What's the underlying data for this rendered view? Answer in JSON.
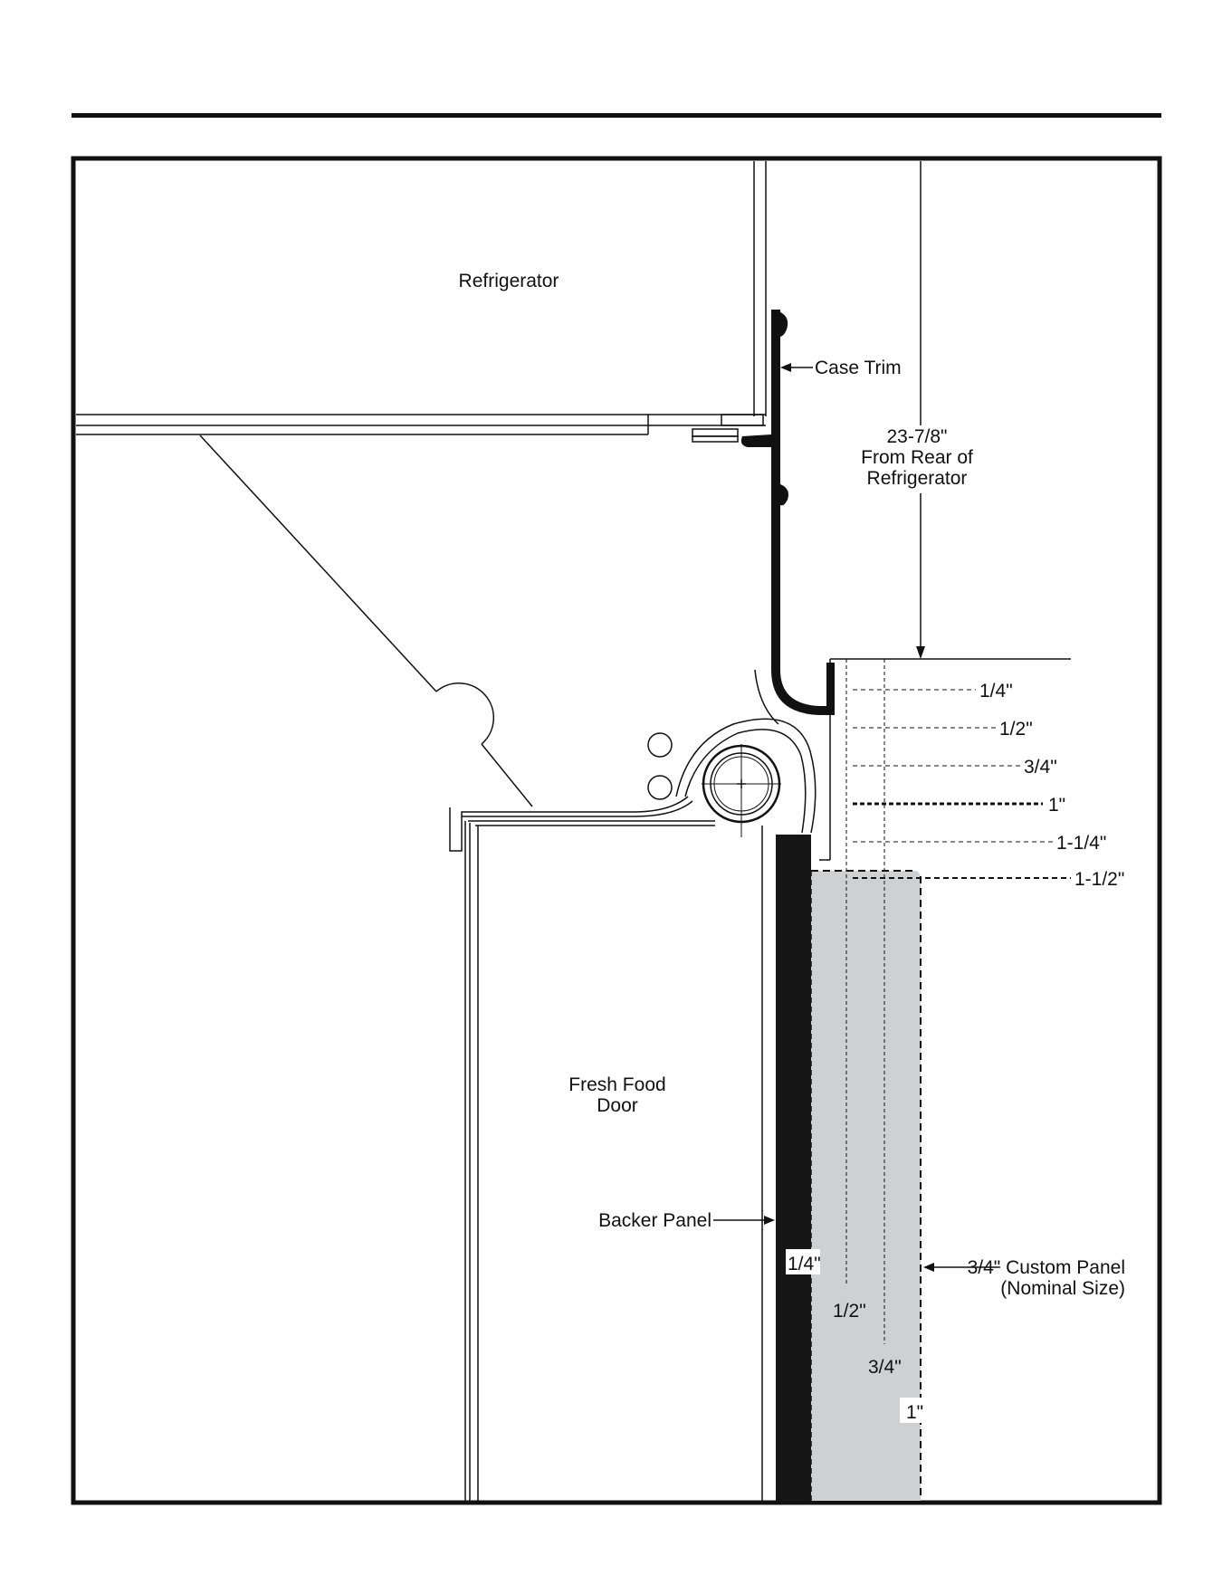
{
  "colors": {
    "ink": "#111111",
    "custom_panel_fill": "#cfd0d2",
    "backer_panel_fill": "#161616",
    "paper": "#ffffff"
  },
  "labels": {
    "refrigerator": "Refrigerator",
    "case_trim": "Case Trim",
    "depth_line1": "23-7/8\"",
    "depth_line2": "From Rear of",
    "depth_line3": "Refrigerator",
    "fresh_food_line1": "Fresh Food",
    "fresh_food_line2": "Door",
    "backer_panel": "Backer Panel",
    "custom_panel_line1": "3/4\" Custom Panel",
    "custom_panel_line2": "(Nominal Size)"
  },
  "offsets": [
    {
      "label": "1/4\""
    },
    {
      "label": "1/2\""
    },
    {
      "label": "3/4\""
    },
    {
      "label": "1\""
    },
    {
      "label": "1-1/4\""
    },
    {
      "label": "1-1/2\""
    }
  ],
  "panel_thickness_labels": [
    {
      "label": "1/4\""
    },
    {
      "label": "1/2\""
    },
    {
      "label": "3/4\""
    },
    {
      "label": "1\""
    }
  ]
}
